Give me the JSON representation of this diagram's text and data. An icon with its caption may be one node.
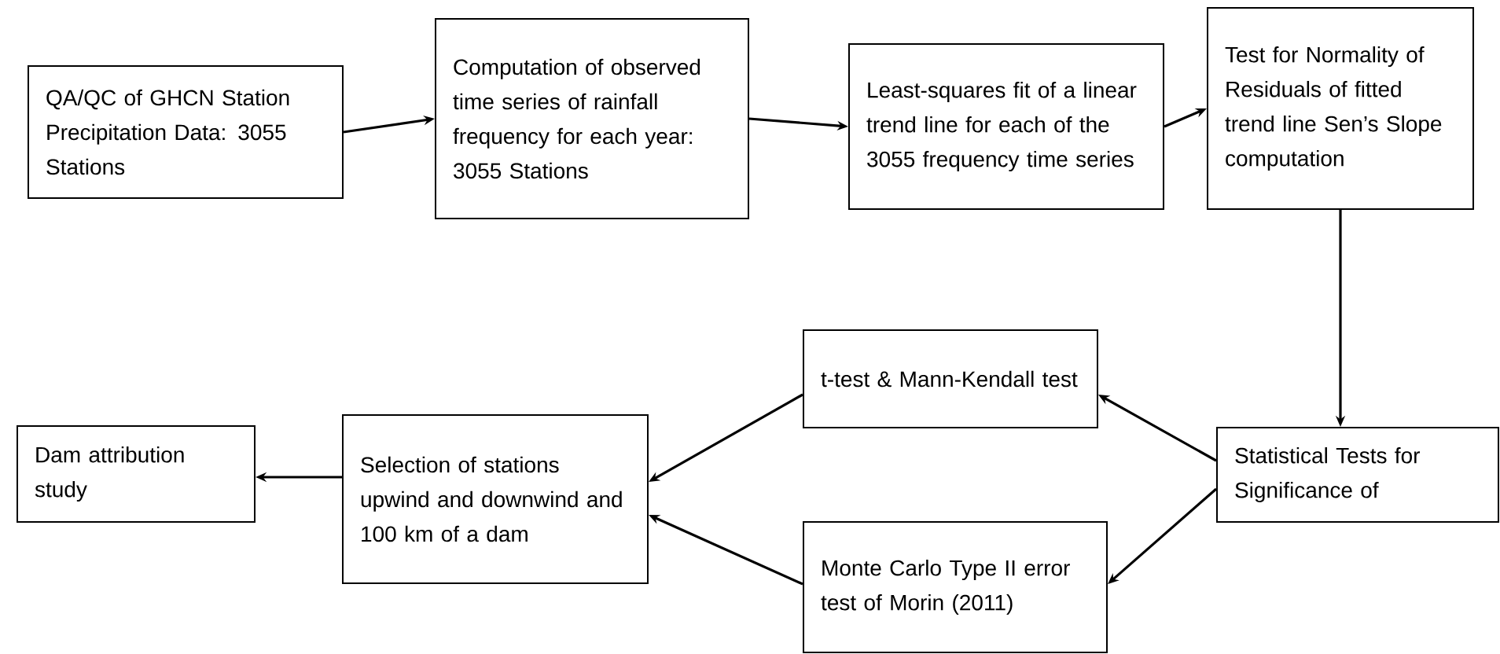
{
  "diagram": {
    "nodes": [
      {
        "text": [
          "QA/QC of GHCN Station Precipitation Data: 3055 Stations"
        ]
      },
      {
        "text": [
          "Computation of observed time series of rainfall frequency for each year: 3055 Stations"
        ]
      },
      {
        "text": [
          "Least-squares fit of a linear trend line for each of the 3055 frequency time series"
        ]
      },
      {
        "text": [
          "Test for Normality of Residuals of fitted trend line Sen’s Slope computation"
        ]
      },
      {
        "text": [
          "Statistical Tests for Significance of"
        ]
      },
      {
        "text": [
          "t-test & Mann-Kendall test"
        ]
      },
      {
        "text": [
          "Monte Carlo Type II error test of Morin (2011)"
        ]
      },
      {
        "text": [
          "Selection of stations upwind and downwind and 100 km of a dam"
        ]
      },
      {
        "text": [
          "Dam attribution study"
        ]
      }
    ],
    "edges": [
      {
        "from": 0,
        "to": 1,
        "arrow": "to"
      },
      {
        "from": 1,
        "to": 2,
        "arrow": "to"
      },
      {
        "from": 2,
        "to": 3,
        "arrow": "to"
      },
      {
        "from": 3,
        "to": 4,
        "arrow": "to"
      },
      {
        "from": 4,
        "to": 5,
        "arrow": "to"
      },
      {
        "from": 4,
        "to": 6,
        "arrow": "to"
      },
      {
        "from": 5,
        "to": 7,
        "arrow": "to"
      },
      {
        "from": 6,
        "to": 7,
        "arrow": "to"
      },
      {
        "from": 7,
        "to": 8,
        "arrow": "to"
      }
    ]
  }
}
